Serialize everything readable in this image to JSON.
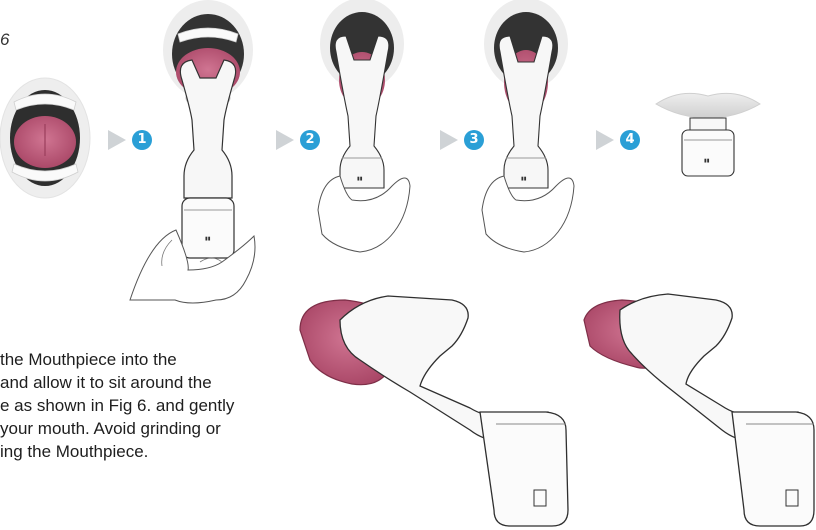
{
  "figure": {
    "label": "6"
  },
  "steps": [
    {
      "number": "1"
    },
    {
      "number": "2"
    },
    {
      "number": "3"
    },
    {
      "number": "4"
    }
  ],
  "instructions": {
    "lines": [
      "the Mouthpiece into the",
      "and allow it to sit around the",
      "e as shown in Fig 6. and gently",
      "your mouth. Avoid grinding or",
      "ing the Mouthpiece."
    ]
  },
  "colors": {
    "accent": "#2a9fd6",
    "arrow": "#cfd3d6",
    "tongue": "#b95675",
    "tongue_dark": "#8e3a55",
    "mouth": "#3d3d3d",
    "device_outline": "#3a3a3a"
  }
}
